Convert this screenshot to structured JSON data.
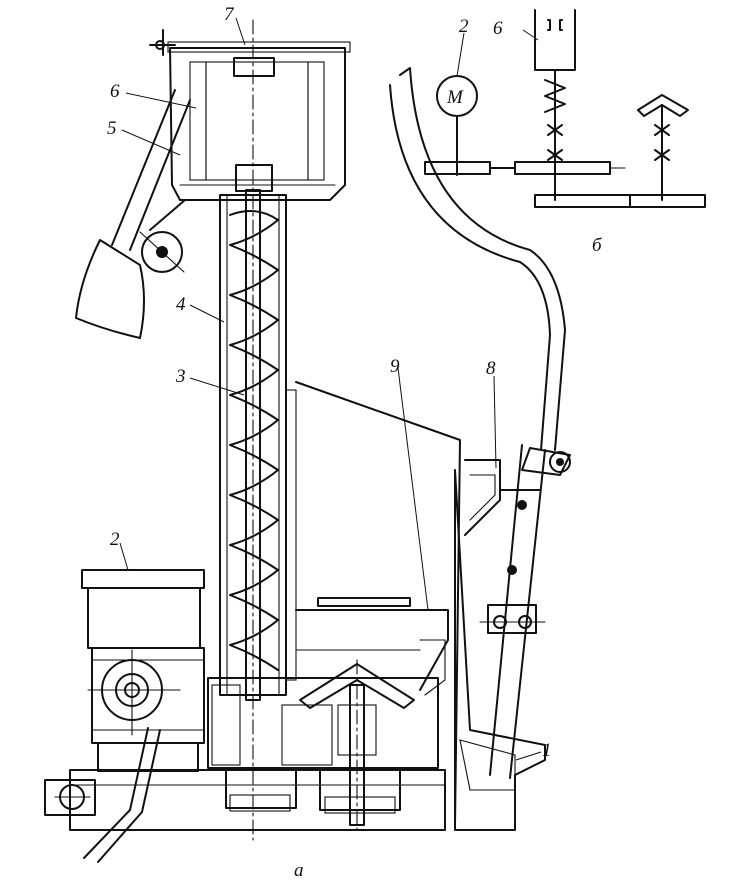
{
  "callouts": {
    "c1": "1",
    "c2_main": "2",
    "c2_kin": "2",
    "c3": "3",
    "c4": "4",
    "c5": "5",
    "c6_main": "6",
    "c6_kin": "6",
    "c7": "7",
    "c8": "8",
    "c9": "9"
  },
  "motor_symbol": "M",
  "captions": {
    "view_a": "а",
    "view_b": "б"
  }
}
